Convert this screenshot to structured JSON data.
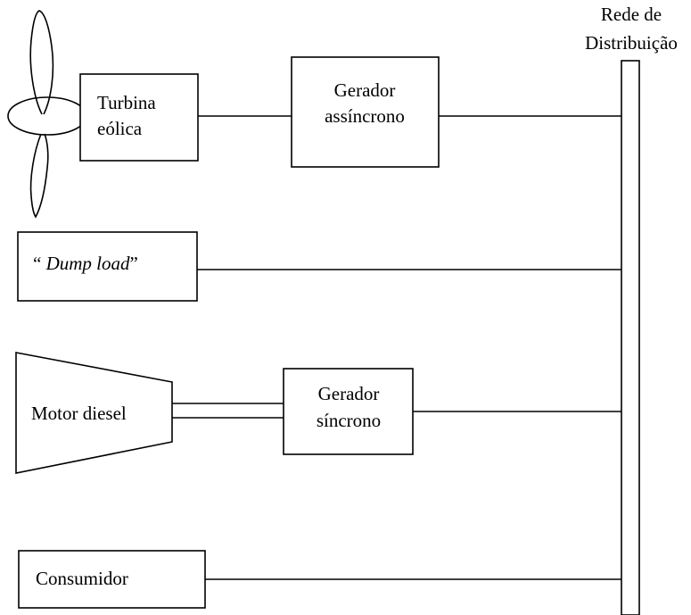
{
  "bus_label": [
    "Rede de",
    "Distribuição"
  ],
  "turbine": [
    "Turbina",
    "eólica"
  ],
  "async_generator": [
    "Gerador",
    "assíncrono"
  ],
  "dump_load": {
    "quote_open": "“",
    "text": "Dump load",
    "quote_close": "”"
  },
  "diesel_motor": "Motor diesel",
  "sync_generator": [
    "Gerador",
    "síncrono"
  ],
  "consumer": "Consumidor"
}
